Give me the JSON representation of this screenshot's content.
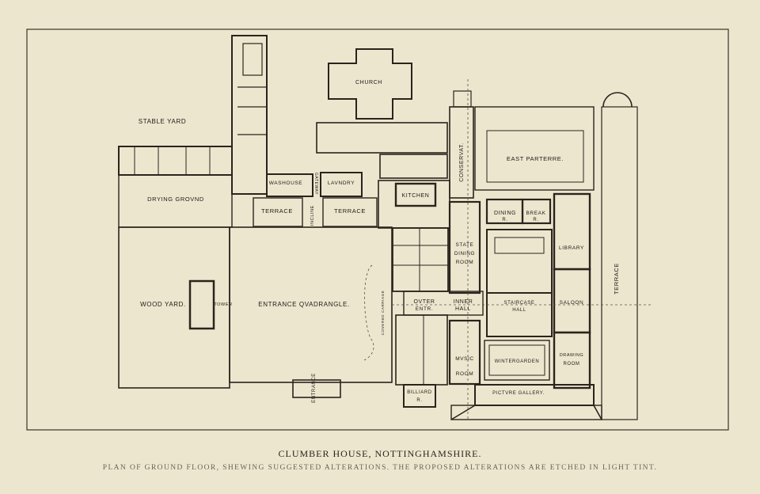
{
  "plan": {
    "title": "CLUMBER HOUSE, NOTTINGHAMSHIRE.",
    "subtitle": "PLAN OF GROUND FLOOR, SHEWING SUGGESTED ALTERATIONS.   THE PROPOSED ALTERATIONS ARE ETCHED IN LIGHT TINT.",
    "labels": {
      "stable_yard": "STABLE YARD",
      "church": "CHURCH",
      "drying_ground": "DRYING GROVND",
      "washhouse": "WASHOUSE",
      "laundry": "LAVNDRY",
      "gateway": "GATEWAY",
      "kitchen": "KITCHEN",
      "conservatory": "CONSERVAT.",
      "east_parterre": "EAST PARTERRE.",
      "terrace_left": "TERRACE",
      "incline": "INCLINE",
      "terrace_mid": "TERRACE",
      "dining_r": "DINING",
      "dining_r2": "R.",
      "breakfast": "BREAK",
      "breakfast_r": "R.",
      "state": "STATE",
      "dining": "DINING",
      "room": "ROOM",
      "library": "LIBRARY",
      "wood_yard": "WOOD YARD.",
      "tower": "TOWER",
      "entrance_quadrangle": "ENTRANCE QVADRANGLE.",
      "covered_carriage": "COVERED CARRIAGE",
      "outer": "OVTER",
      "entr": "ENTR.",
      "inner": "INNER",
      "hall": "HALL",
      "staircase": "STAIRCASE",
      "staircase_hall": "HALL",
      "saloon": "SALOON",
      "terrace_right": "TERRACE",
      "music": "MVSIC",
      "music_room": "ROOM",
      "wintergarden": "WINTERGARDEN",
      "drawing": "DRAWING",
      "drawing_room": "ROOM",
      "entrance": "ENTRANCE",
      "billiard": "BILLIARD",
      "billiard_r": "R.",
      "picture_gallery": "PICTVRE GALLERY."
    }
  }
}
